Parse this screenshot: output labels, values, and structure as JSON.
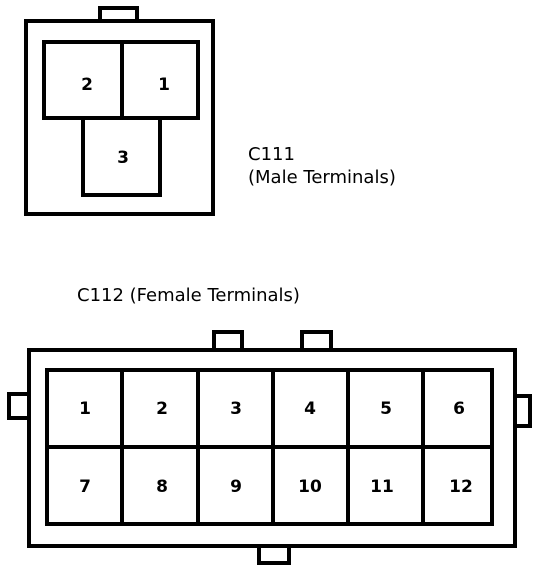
{
  "c111": {
    "name": "C111",
    "note": "(Male Terminals)",
    "pins": [
      "2",
      "1",
      "3"
    ]
  },
  "c112": {
    "caption": "C112 (Female Terminals)",
    "pins": [
      "1",
      "2",
      "3",
      "4",
      "5",
      "6",
      "7",
      "8",
      "9",
      "10",
      "11",
      "12"
    ]
  }
}
